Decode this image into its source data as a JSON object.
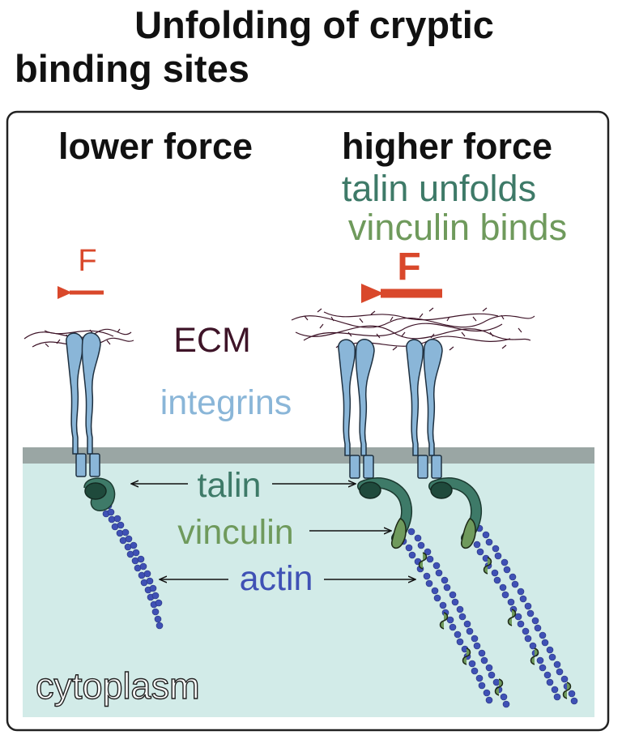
{
  "title": {
    "line1": "Unfolding of cryptic",
    "line2": "binding sites"
  },
  "panels": {
    "lower": "lower force",
    "higher": "higher force"
  },
  "higher_notes": {
    "talin": "talin unfolds",
    "vinculin": "vinculin binds"
  },
  "force_label": "F",
  "labels": {
    "ecm": "ECM",
    "integrins": "integrins",
    "talin": "talin",
    "vinculin": "vinculin",
    "actin": "actin",
    "cytoplasm": "cytoplasm"
  },
  "colors": {
    "force": "#d9482b",
    "ecm": "#3e1428",
    "integrin": "#8ab6d8",
    "talin": "#3e7a68",
    "vinculin": "#6f9a5c",
    "actin": "#3f51b5",
    "cytoplasm_bg": "#d2ebe8",
    "membrane": "#9aa6a4"
  }
}
